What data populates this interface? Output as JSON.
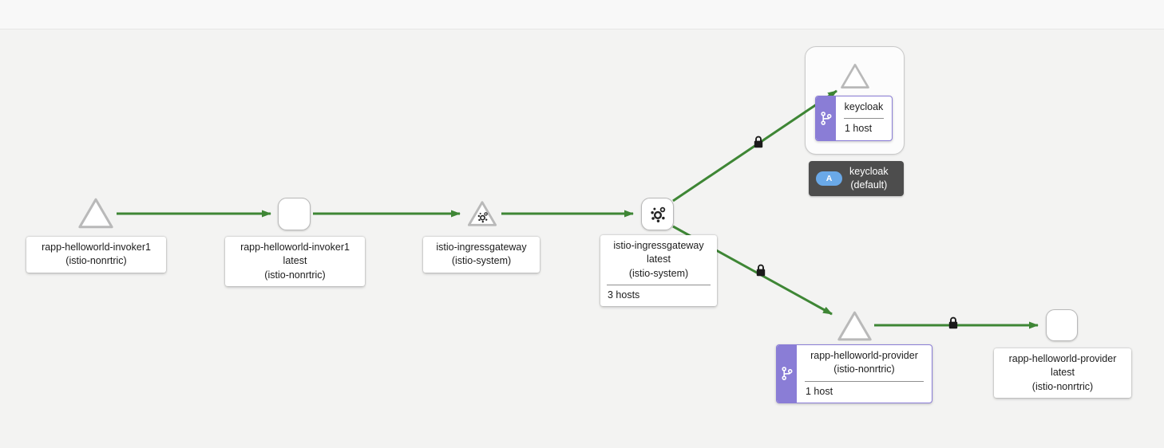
{
  "colors": {
    "edge_green": "#3e8635",
    "node_border_gray": "#b9b9b9",
    "virtual_service_purple": "#8a7dd6",
    "appbox_tooltip_bg": "#4d4d4d",
    "app_badge_blue": "#6aa9e8",
    "canvas_background": "#f3f3f2"
  },
  "graph": {
    "nodes": {
      "invoker_service": {
        "line1": "rapp-helloworld-invoker1",
        "line2": "(istio-nonrtric)"
      },
      "invoker_workload": {
        "line1": "rapp-helloworld-invoker1",
        "line2": "latest",
        "line3": "(istio-nonrtric)"
      },
      "gateway_service": {
        "line1": "istio-ingressgateway",
        "line2": "(istio-system)"
      },
      "gateway_workload": {
        "line1": "istio-ingressgateway",
        "line2": "latest",
        "line3": "(istio-system)",
        "hosts": "3 hosts"
      },
      "keycloak_service": {
        "line1": "keycloak",
        "hosts": "1 host"
      },
      "keycloak_appbox": {
        "badge": "A",
        "line1": "keycloak",
        "line2": "(default)"
      },
      "provider_service": {
        "line1": "rapp-helloworld-provider",
        "line2": "(istio-nonrtric)",
        "hosts": "1 host"
      },
      "provider_workload": {
        "line1": "rapp-helloworld-provider",
        "line2": "latest",
        "line3": "(istio-nonrtric)"
      }
    },
    "edges": [
      {
        "from": "invoker_service",
        "to": "invoker_workload",
        "secure": false
      },
      {
        "from": "invoker_workload",
        "to": "gateway_service",
        "secure": false
      },
      {
        "from": "gateway_service",
        "to": "gateway_workload",
        "secure": false
      },
      {
        "from": "gateway_workload",
        "to": "keycloak_service",
        "secure": true
      },
      {
        "from": "gateway_workload",
        "to": "provider_service",
        "secure": true
      },
      {
        "from": "provider_service",
        "to": "provider_workload",
        "secure": true
      }
    ]
  }
}
